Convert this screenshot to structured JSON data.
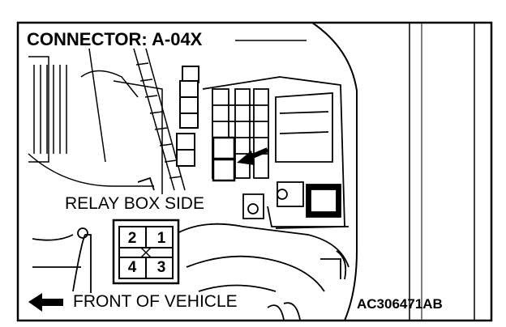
{
  "diagram": {
    "title": "CONNECTOR: A-04X",
    "relay_label": "RELAY BOX SIDE",
    "front_label": "FRONT OF VEHICLE",
    "figure_code": "AC306471AB",
    "pins": {
      "top_left": "2",
      "top_right": "1",
      "bottom_left": "4",
      "bottom_right": "3",
      "center_mark": "X"
    }
  }
}
